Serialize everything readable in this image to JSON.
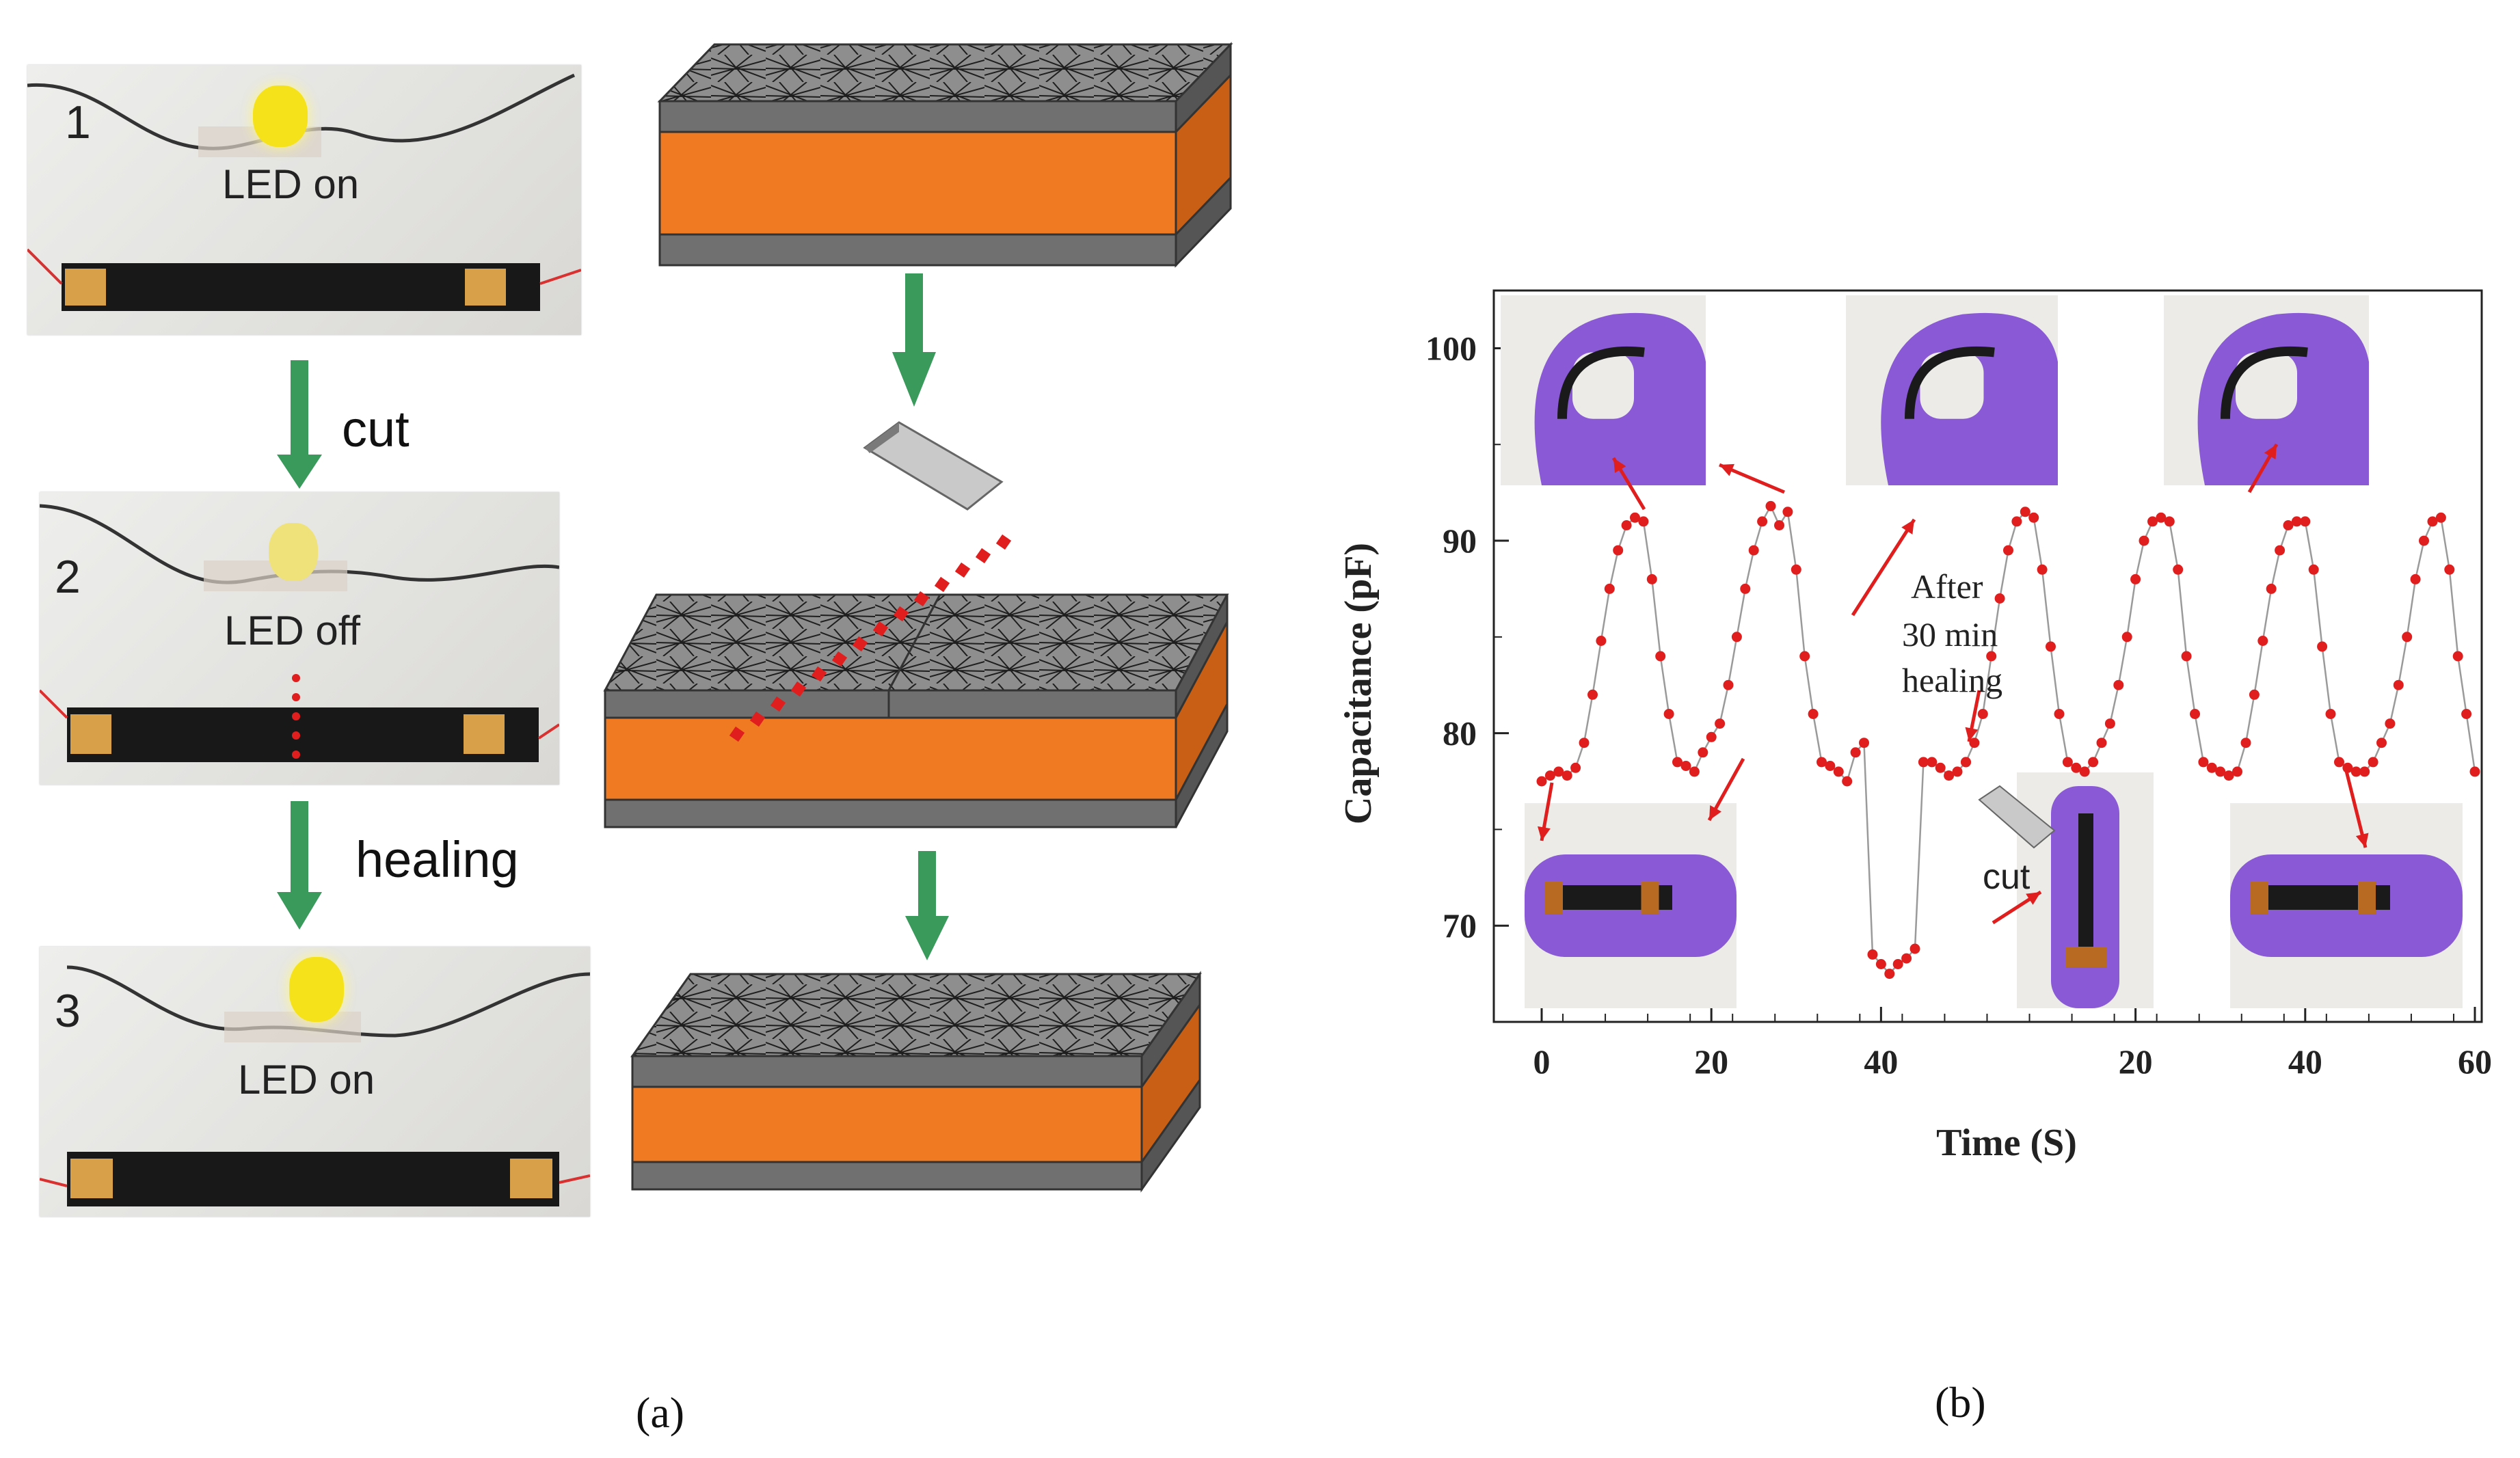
{
  "panel_a": {
    "panel_label": "(a)",
    "photos": [
      {
        "number": "1",
        "led_label": "LED on",
        "led_state": "on"
      },
      {
        "number": "2",
        "led_label": "LED off",
        "led_state": "off"
      },
      {
        "number": "3",
        "led_label": "LED on",
        "led_state": "on"
      }
    ],
    "arrows": [
      {
        "label": "cut"
      },
      {
        "label": "healing"
      }
    ],
    "colors": {
      "arrow": "#3a9a5c",
      "substrate": "#f07a22",
      "cut_dots": "#e01e1e",
      "led_on": "#f5e21a",
      "led_off": "#efe27a"
    }
  },
  "panel_b": {
    "panel_label": "(b)",
    "annotations": {
      "healing_line1": "After",
      "healing_line2": "30 min",
      "healing_line3": "healing",
      "cut": "cut"
    },
    "colors": {
      "marker": "#e01e1e",
      "line": "#9a9a9a",
      "glove": "#8a5ad6",
      "tape": "#b86a22"
    }
  },
  "chart_data": {
    "type": "scatter",
    "xlabel": "Time (S)",
    "ylabel": "Capacitance (pF)",
    "xticks": [
      "0",
      "20",
      "40",
      "20",
      "40",
      "60"
    ],
    "yticks": [
      "70",
      "80",
      "90",
      "100"
    ],
    "ylim": [
      65,
      103
    ],
    "x_axis_breakpoint": 50,
    "grid": false,
    "series": [
      {
        "x": [
          0,
          1,
          2,
          3,
          4,
          5,
          6,
          7,
          8,
          9,
          10,
          11,
          12,
          13,
          14,
          15,
          16,
          17,
          18,
          19,
          20,
          21,
          22,
          23,
          24,
          25,
          26,
          27,
          28,
          29,
          30,
          31,
          32,
          33,
          34,
          35,
          36,
          37,
          38,
          39,
          40,
          41,
          42,
          43,
          44,
          45,
          46,
          47,
          48,
          49,
          50
        ],
        "y": [
          77.5,
          77.8,
          78.0,
          77.8,
          78.2,
          79.5,
          82.0,
          84.8,
          87.5,
          89.5,
          90.8,
          91.2,
          91.0,
          88.0,
          84.0,
          81.0,
          78.5,
          78.3,
          78.0,
          79.0,
          79.8,
          80.5,
          82.5,
          85.0,
          87.5,
          89.5,
          91.0,
          91.8,
          90.8,
          91.5,
          88.5,
          84.0,
          81.0,
          78.5,
          78.3,
          78.0,
          77.5,
          79.0,
          79.5,
          68.5,
          68.0,
          67.5,
          68.0,
          68.3,
          68.8,
          78.5,
          78.5,
          78.2,
          77.8,
          78.0,
          78.5
        ]
      },
      {
        "x": [
          50,
          51,
          52,
          53,
          54,
          55,
          56,
          57,
          58,
          59,
          60,
          61,
          62,
          63,
          64,
          65,
          66,
          67,
          68,
          69,
          70,
          71,
          72,
          73,
          74,
          75,
          76,
          77,
          78,
          79,
          80,
          81,
          82,
          83,
          84,
          85,
          86,
          87,
          88,
          89,
          90,
          91,
          92,
          93,
          94,
          95,
          96,
          97,
          98,
          99,
          100,
          101,
          102,
          103,
          104,
          105,
          106,
          107,
          108,
          109,
          110
        ],
        "y": [
          78.5,
          79.5,
          81.0,
          84.0,
          87.0,
          89.5,
          91.0,
          91.5,
          91.2,
          88.5,
          84.5,
          81.0,
          78.5,
          78.2,
          78.0,
          78.5,
          79.5,
          80.5,
          82.5,
          85.0,
          88.0,
          90.0,
          91.0,
          91.2,
          91.0,
          88.5,
          84.0,
          81.0,
          78.5,
          78.2,
          78.0,
          77.8,
          78.0,
          79.5,
          82.0,
          84.8,
          87.5,
          89.5,
          90.8,
          91.0,
          91.0,
          88.5,
          84.5,
          81.0,
          78.5,
          78.2,
          78.0,
          78.0,
          78.5,
          79.5,
          80.5,
          82.5,
          85.0,
          88.0,
          90.0,
          91.0,
          91.2,
          88.5,
          84.0,
          81.0,
          78.0
        ]
      }
    ]
  }
}
